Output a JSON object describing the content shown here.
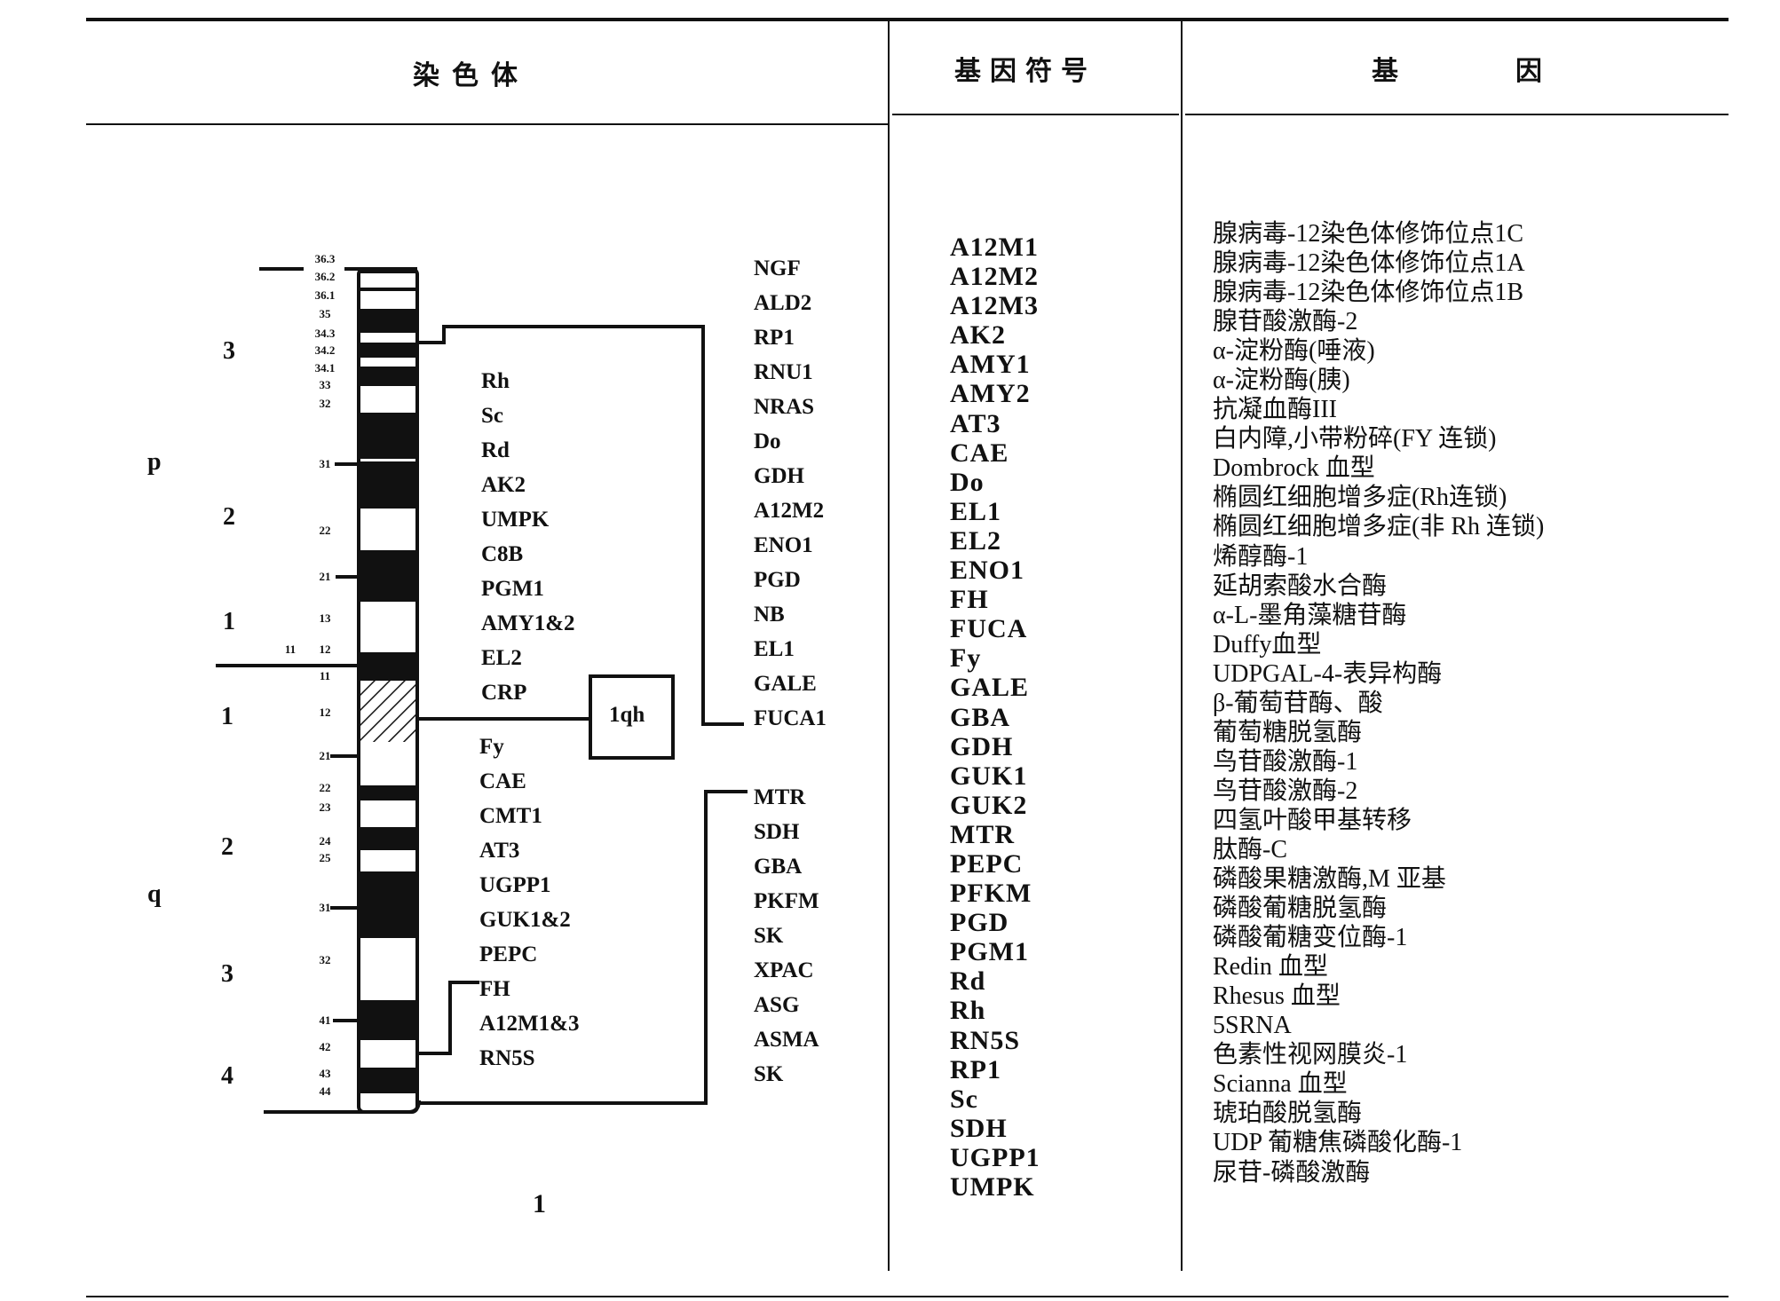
{
  "headers": {
    "chromosome": "染色体",
    "gene_symbol": "基因符号",
    "gene_1": "基",
    "gene_2": "因"
  },
  "chromosome": {
    "number": "1",
    "centromere_box": "1qh",
    "arm_p": "p",
    "arm_q": "q",
    "p_regions": [
      "3",
      "2",
      "1"
    ],
    "q_regions": [
      "1",
      "2",
      "3",
      "4"
    ],
    "p_bands": [
      "36.3",
      "36.2",
      "36.1",
      "35",
      "34.3",
      "34.2",
      "34.1",
      "33",
      "32",
      "31",
      "22",
      "21",
      "13",
      "12",
      "11",
      "11"
    ],
    "q_bands": [
      "12",
      "21",
      "22",
      "23",
      "24",
      "25",
      "31",
      "32",
      "41",
      "42",
      "43",
      "44"
    ]
  },
  "gene_map": {
    "upper_left": [
      "Rh",
      "Sc",
      "Rd",
      "AK2",
      "UMPK",
      "C8B",
      "PGM1",
      "AMY1&2",
      "EL2",
      "CRP"
    ],
    "upper_right": [
      "NGF",
      "ALD2",
      "RP1",
      "RNU1",
      "NRAS",
      "Do",
      "GDH",
      "A12M2",
      "ENO1",
      "PGD",
      "NB",
      "EL1",
      "GALE",
      "FUCA1"
    ],
    "lower_left": [
      "Fy",
      "CAE",
      "CMT1",
      "AT3",
      "UGPP1",
      "GUK1&2",
      "PEPC",
      "FH",
      "A12M1&3",
      "RN5S"
    ],
    "lower_right": [
      "MTR",
      "SDH",
      "GBA",
      "PKFM",
      "SK",
      "XPAC",
      "ASG",
      "ASMA",
      "SK"
    ]
  },
  "gene_symbols": [
    "A12M1",
    "A12M2",
    "A12M3",
    "AK2",
    "AMY1",
    "AMY2",
    "AT3",
    "CAE",
    "Do",
    "EL1",
    "EL2",
    "ENO1",
    "FH",
    "FUCA",
    "Fy",
    "GALE",
    "GBA",
    "GDH",
    "GUK1",
    "GUK2",
    "MTR",
    "PEPC",
    "PFKM",
    "PGD",
    "PGM1",
    "Rd",
    "Rh",
    "RN5S",
    "RP1",
    "Sc",
    "SDH",
    "UGPP1",
    "UMPK"
  ],
  "gene_names": [
    "腺病毒-12染色体修饰位点1C",
    "腺病毒-12染色体修饰位点1A",
    "腺病毒-12染色体修饰位点1B",
    "腺苷酸激酶-2",
    "α-淀粉酶(唾液)",
    "α-淀粉酶(胰)",
    "抗凝血酶III",
    "白内障,小带粉碎(FY 连锁)",
    "Dombrock 血型",
    "椭圆红细胞增多症(Rh连锁)",
    "椭圆红细胞增多症(非 Rh 连锁)",
    "烯醇酶-1",
    "延胡索酸水合酶",
    "α-L-墨角藻糖苷酶",
    "Duffy血型",
    "UDPGAL-4-表异构酶",
    "β-葡萄苷酶、酸",
    "葡萄糖脱氢酶",
    "鸟苷酸激酶-1",
    "鸟苷酸激酶-2",
    "四氢叶酸甲基转移",
    "肽酶-C",
    "磷酸果糖激酶,M 亚基",
    "磷酸葡糖脱氢酶",
    "磷酸葡糖变位酶-1",
    "Redin 血型",
    "Rhesus 血型",
    "5SRNA",
    "色素性视网膜炎-1",
    "Scianna 血型",
    "琥珀酸脱氢酶",
    "UDP 葡糖焦磷酸化酶-1",
    "尿苷-磷酸激酶"
  ]
}
